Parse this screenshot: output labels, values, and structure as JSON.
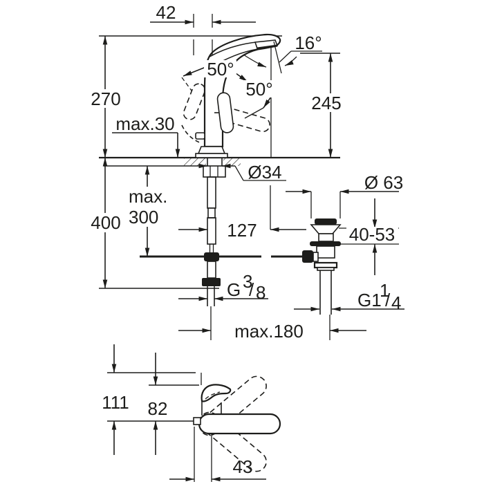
{
  "colors": {
    "ink": "#1d1d1b",
    "paper": "#ffffff"
  },
  "labels": {
    "front": {
      "offset_top": "42",
      "handle_swing_left": "50°",
      "handle_swing_right": "50°",
      "spout_tilt": "16°",
      "total_height": "270",
      "max_deck_thickness": "max.30",
      "spout_height": "245",
      "below_deck_total": "400",
      "max_hose_line1": "max.",
      "max_hose_line2": "300",
      "spout_reach": "127",
      "hole_diameter": "Ø34",
      "waste_flange_diameter": "Ø 63",
      "clamping_range": "40-53",
      "supply_thread_g": "G",
      "supply_thread_num": "3",
      "supply_thread_slash": "/",
      "supply_thread_den": "8",
      "waste_thread_g": "G1",
      "waste_thread_num": "1",
      "waste_thread_slash": "/",
      "waste_thread_den": "4",
      "max_rod_reach": "max.180"
    },
    "plan": {
      "total_depth": "111",
      "body_depth": "82",
      "front_offset": "43"
    }
  }
}
